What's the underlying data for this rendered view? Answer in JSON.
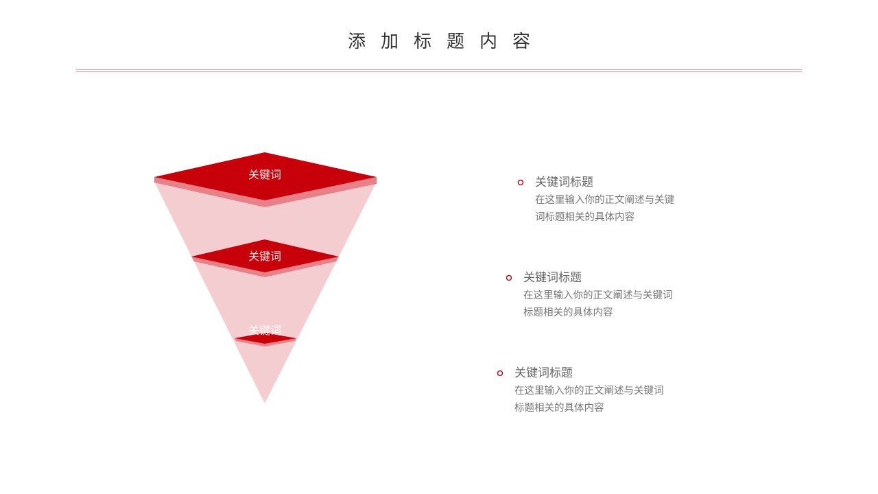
{
  "title": "添加标题内容",
  "funnel": {
    "levels": [
      {
        "label": "关键词"
      },
      {
        "label": "关键词"
      },
      {
        "label": "关键词"
      }
    ],
    "colors": {
      "top": "#c8000a",
      "side": "#e88088",
      "body": "#f4cdd0"
    }
  },
  "items": [
    {
      "title": "关键词标题",
      "body": "在这里输入你的正文阐述与关键词标题相关的具体内容"
    },
    {
      "title": "关键词标题",
      "body": "在这里输入你的正文阐述与关键词标题相关的具体内容"
    },
    {
      "title": "关键词标题",
      "body": "在这里输入你的正文阐述与关键词标题相关的具体内容"
    }
  ]
}
